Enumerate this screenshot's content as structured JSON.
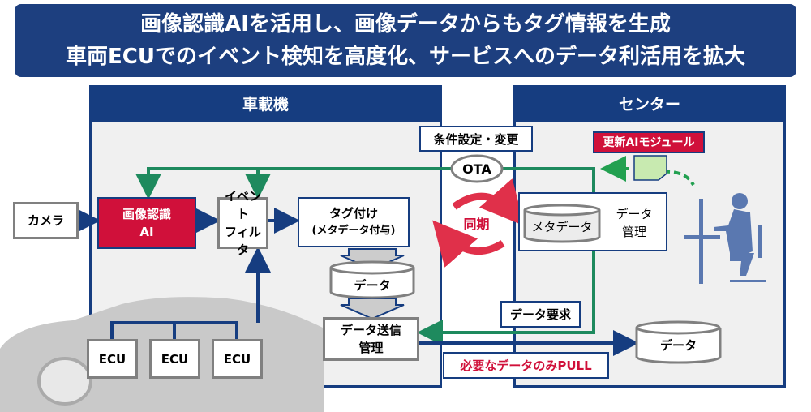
{
  "banner": {
    "line1": "画像認識AIを活用し、画像データからもタグ情報を生成",
    "line2": "車両ECUでのイベント検知を高度化、サービスへのデータ利活用を拡大"
  },
  "vehicle": {
    "title": "車載機",
    "camera": "カメラ",
    "ai_line1": "画像認識",
    "ai_line2": "AI",
    "filter_line1": "イベント",
    "filter_line2": "フィルタ",
    "tag_line1": "タグ付け",
    "tag_line2": "(メタデータ付与)",
    "data": "データ",
    "send_line1": "データ送信",
    "send_line2": "管理",
    "ecus": [
      "ECU",
      "ECU",
      "ECU"
    ]
  },
  "center": {
    "title": "センター",
    "metadata": "メタデータ",
    "mgmt_line1": "データ",
    "mgmt_line2": "管理",
    "update_module": "更新AIモジュール",
    "data": "データ"
  },
  "links": {
    "condition": "条件設定・変更",
    "ota": "OTA",
    "sync": "同期",
    "request": "データ要求",
    "pull": "必要なデータのみPULL"
  },
  "colors": {
    "navy": "#163d80",
    "red": "#d0103a",
    "green": "#1e8a5e"
  }
}
